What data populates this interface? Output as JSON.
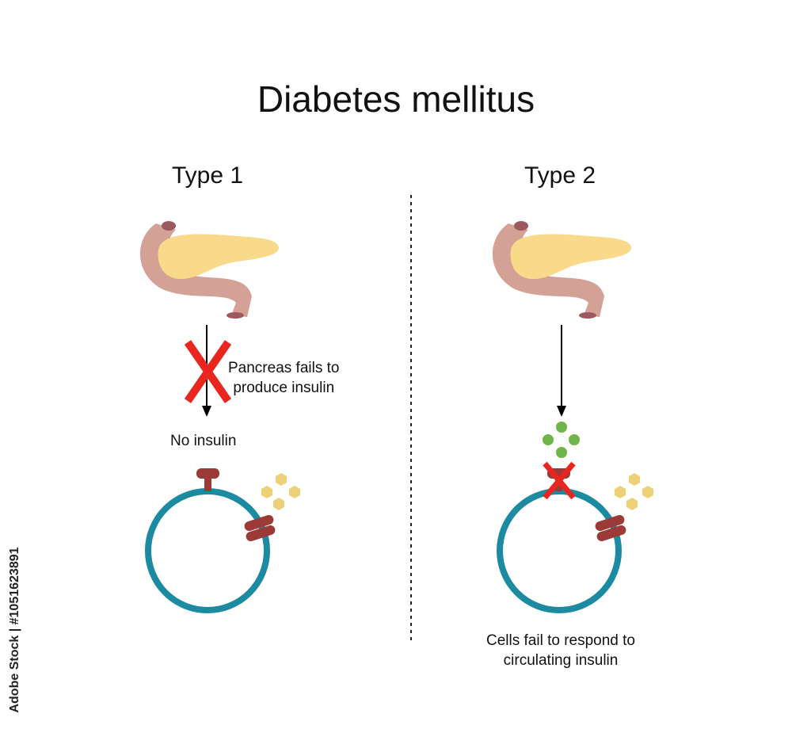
{
  "title": "Diabetes mellitus",
  "type1": {
    "heading": "Type 1",
    "note_line1": "Pancreas fails to",
    "note_line2": "produce insulin",
    "no_insulin": "No insulin"
  },
  "type2": {
    "heading": "Type 2",
    "note_line1": "Cells fail to respond to",
    "note_line2": "circulating insulin"
  },
  "watermark": "Adobe Stock | #1051623891",
  "colors": {
    "pancreas": "#f9d98a",
    "duodenum": "#d3a196",
    "duodenum_end": "#9c5a60",
    "cell_membrane": "#1c8aa0",
    "receptor": "#9b3a36",
    "glucose": "#ecd178",
    "insulin": "#6fb54a",
    "blocked": "#e8261f"
  }
}
